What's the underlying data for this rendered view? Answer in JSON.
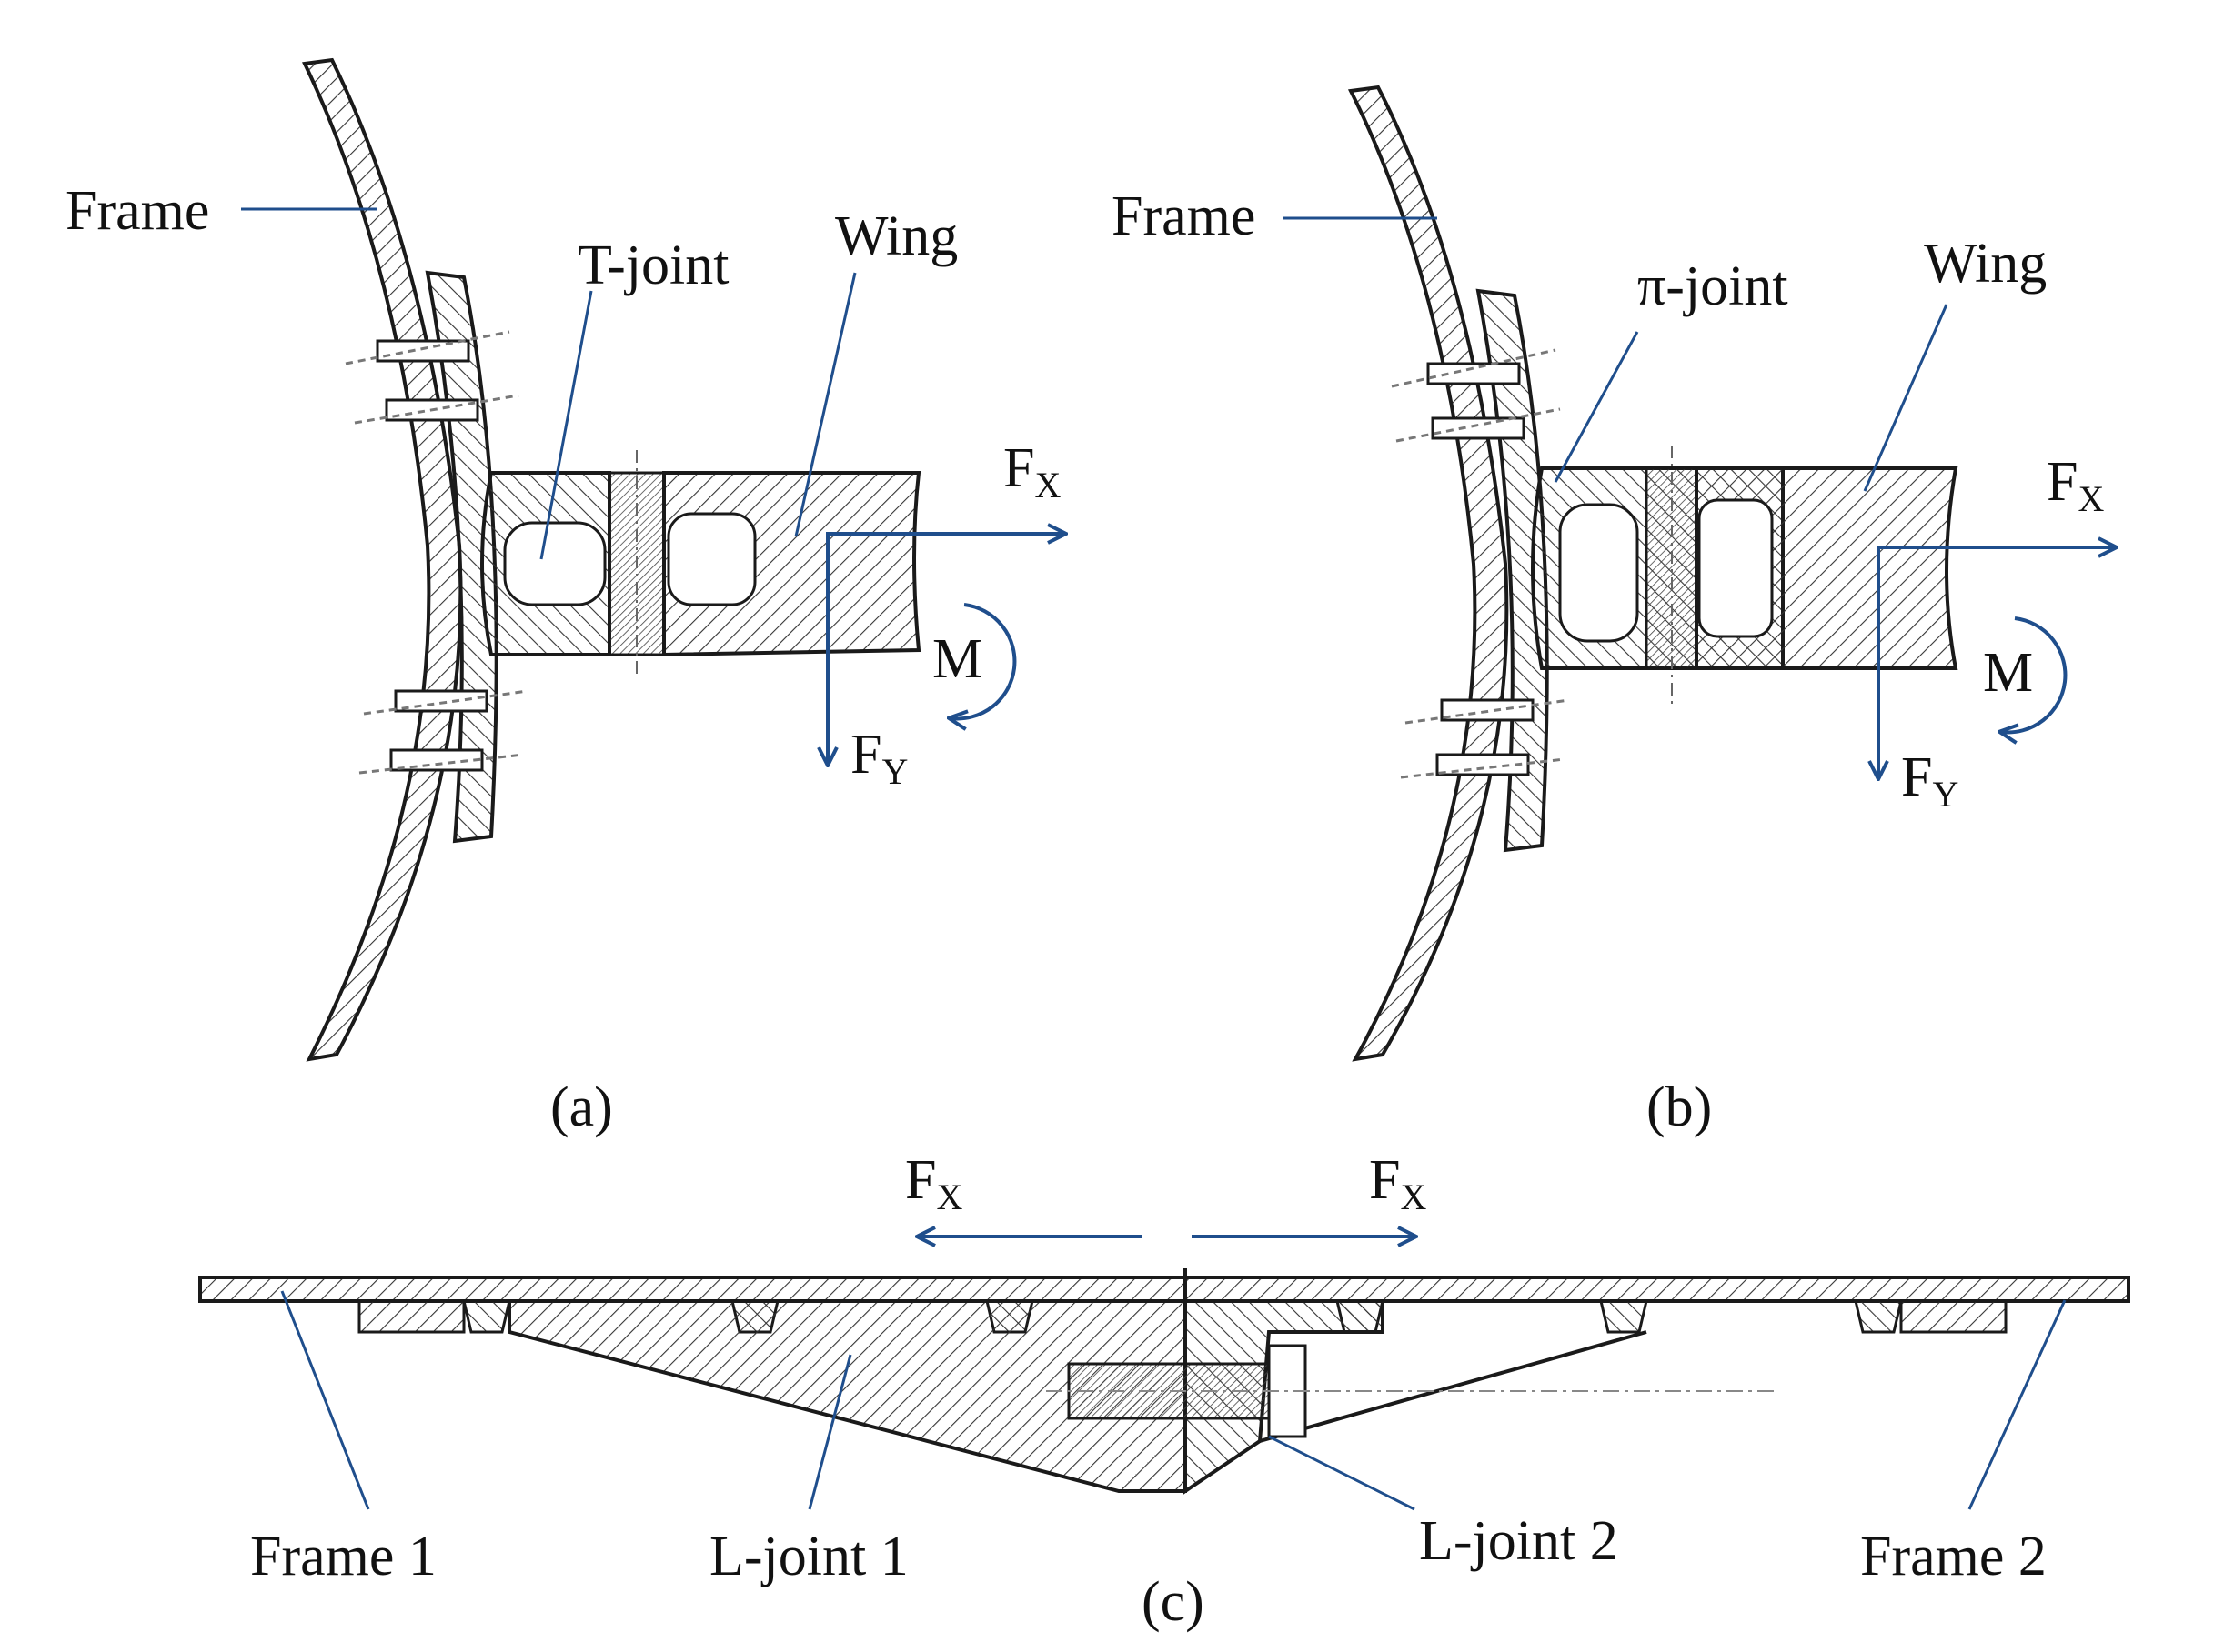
{
  "colors": {
    "ink": "#1a1a1a",
    "leader": "#1f4e8c",
    "arrow": "#1f4e8c",
    "paper": "#ffffff"
  },
  "panel_a": {
    "caption": "(a)",
    "frame_label": "Frame",
    "joint_label": "T-joint",
    "wing_label": "Wing",
    "fx_main": "F",
    "fx_sub": "X",
    "fy_main": "F",
    "fy_sub": "Y",
    "moment": "M"
  },
  "panel_b": {
    "caption": "(b)",
    "frame_label": "Frame",
    "joint_label": "π-joint",
    "wing_label": "Wing",
    "fx_main": "F",
    "fx_sub": "X",
    "fy_main": "F",
    "fy_sub": "Y",
    "moment": "M"
  },
  "panel_c": {
    "caption": "(c)",
    "frame1_label": "Frame 1",
    "ljoint1_label": "L-joint 1",
    "ljoint2_label": "L-joint 2",
    "frame2_label": "Frame 2",
    "fx_left_main": "F",
    "fx_left_sub": "X",
    "fx_right_main": "F",
    "fx_right_sub": "X"
  }
}
